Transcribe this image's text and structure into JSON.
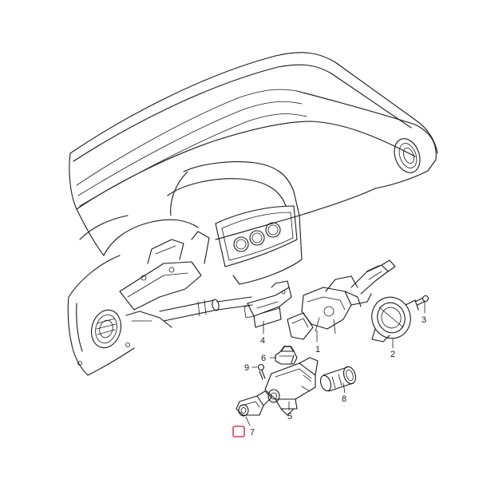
{
  "callouts": {
    "c1": "1",
    "c2": "2",
    "c3": "3",
    "c4": "4",
    "c5": "5",
    "c6": "6",
    "c7": "7",
    "c8": "8",
    "c9": "9"
  },
  "highlight": {
    "part": "7",
    "color": "#e0122a"
  }
}
